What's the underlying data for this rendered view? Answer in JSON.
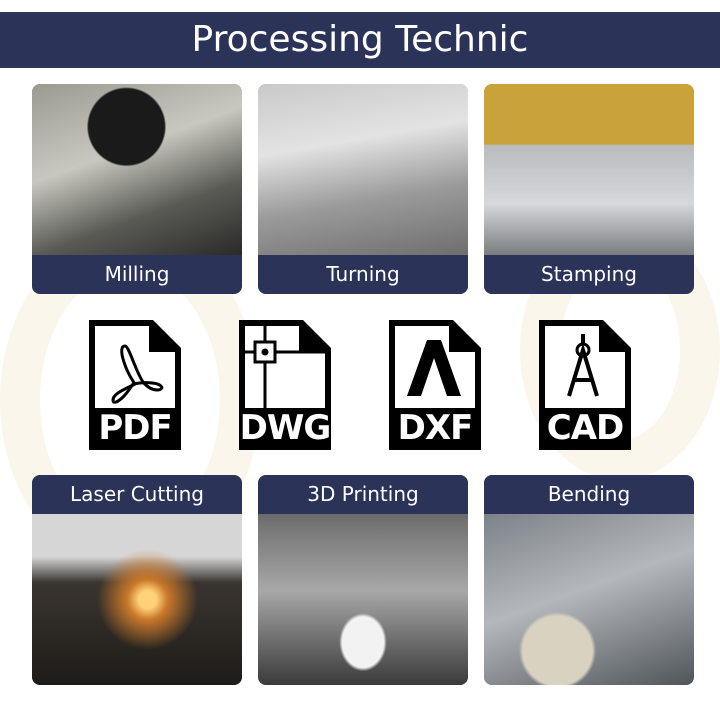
{
  "header": {
    "title": "Processing Technic"
  },
  "processes_top": [
    {
      "label": "Milling"
    },
    {
      "label": "Turning"
    },
    {
      "label": "Stamping"
    }
  ],
  "file_formats": [
    {
      "label": "PDF",
      "icon": "pdf-acrobat-icon"
    },
    {
      "label": "DWG",
      "icon": "dwg-drawing-icon"
    },
    {
      "label": "DXF",
      "icon": "dxf-autodesk-icon"
    },
    {
      "label": "CAD",
      "icon": "cad-compass-icon"
    }
  ],
  "processes_bottom": [
    {
      "label": "Laser Cutting"
    },
    {
      "label": "3D Printing"
    },
    {
      "label": "Bending"
    }
  ],
  "colors": {
    "navy": "#2b3358"
  }
}
